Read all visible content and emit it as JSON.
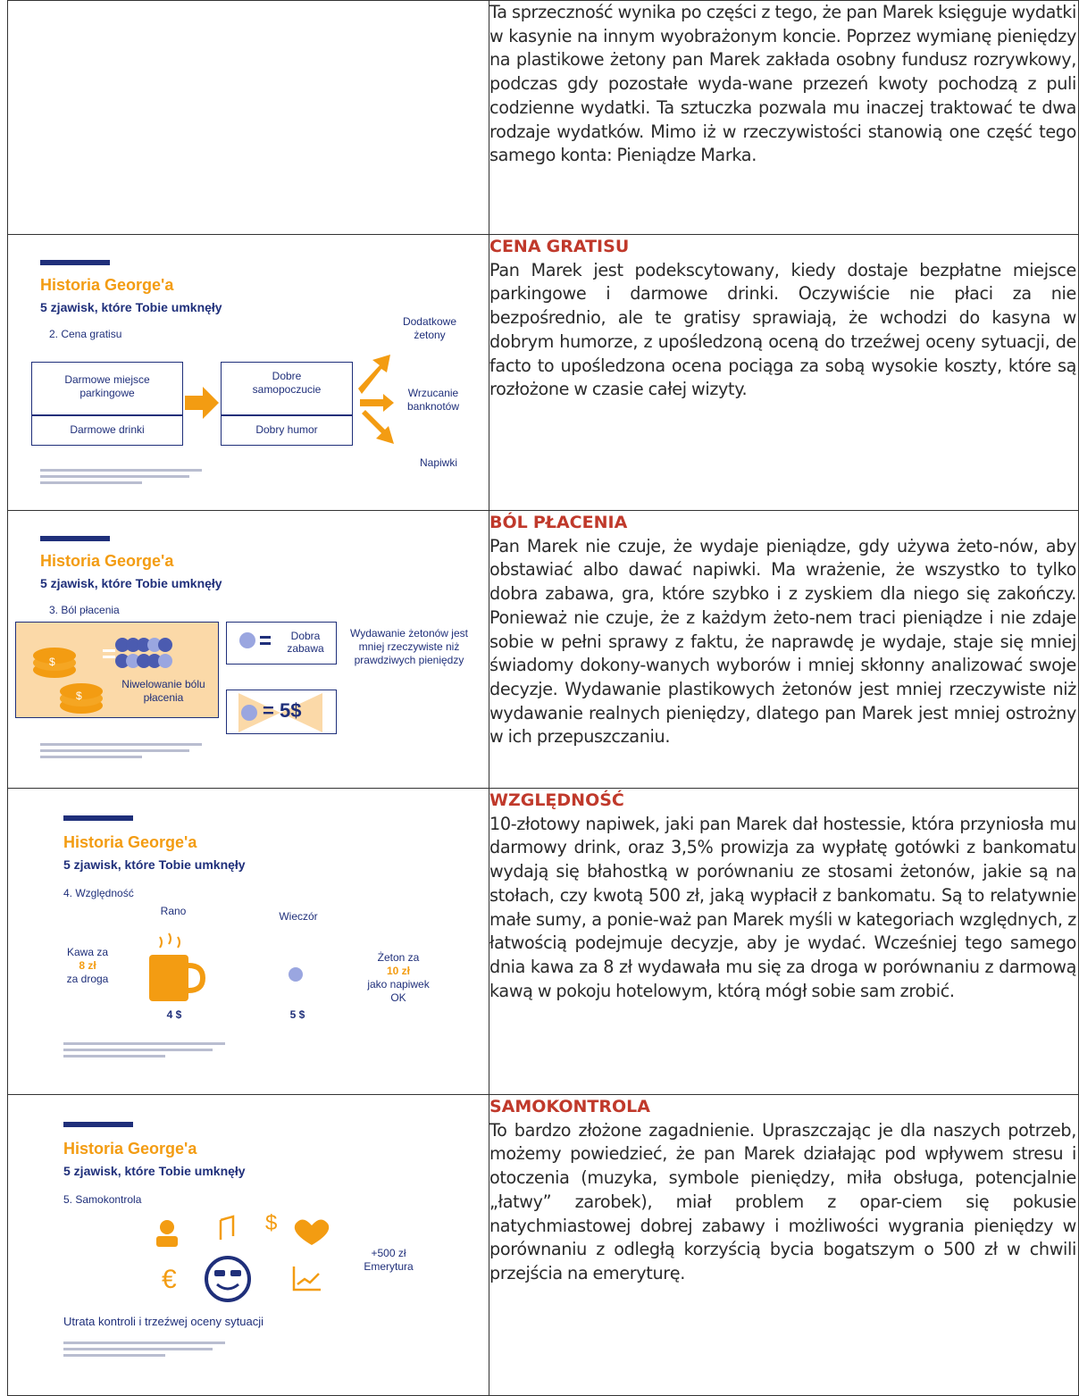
{
  "rows": [
    {
      "heading": "",
      "text": "Ta sprzeczność wynika po części z tego, że pan Marek księguje wydatki w kasynie na innym wyobrażonym koncie. Poprzez wymianę pieniędzy na plastikowe żetony pan Marek zakłada osobny fundusz rozrywkowy, podczas gdy pozostałe wyda-wane przezeń kwoty pochodzą z puli codzienne wydatki. Ta sztuczka pozwala mu inaczej traktować te dwa rodzaje wydatków. Mimo iż w rzeczywistości stanowią one część tego samego konta: Pieniądze Marka."
    },
    {
      "heading": "CENA GRATISU",
      "text": "Pan Marek jest podekscytowany, kiedy dostaje bezpłatne miejsce parkingowe i darmowe drinki. Oczywiście nie płaci za nie bezpośrednio, ale te gratisy sprawiają, że wchodzi do kasyna w dobrym humorze, z upośledzoną oceną do trzeźwej oceny sytuacji, de facto to upośledzona ocena pociąga za sobą wysokie koszty, które są rozłożone w czasie całej wizyty."
    },
    {
      "heading": "BÓL PŁACENIA",
      "text": "Pan Marek nie czuje, że wydaje pieniądze, gdy używa żeto-nów, aby obstawiać albo dawać napiwki. Ma wrażenie, że wszystko to tylko dobra zabawa, gra, które szybko i z zyskiem dla niego się zakończy. Ponieważ nie czuje, że z każdym żeto-nem traci pieniądze i nie zdaje sobie w pełni sprawy z faktu, że naprawdę je wydaje, staje się mniej świadomy dokony-wanych wyborów i mniej skłonny analizować swoje decyzje. Wydawanie plastikowych żetonów jest mniej rzeczywiste niż wydawanie realnych pieniędzy, dlatego pan Marek jest mniej ostrożny w ich przepuszczaniu."
    },
    {
      "heading": "WZGLĘDNOŚĆ",
      "text": "10-złotowy napiwek, jaki pan Marek dał hostessie, która przyniosła mu darmowy drink, oraz 3,5% prowizja za wypłatę gotówki z bankomatu wydają się błahostką w porównaniu ze stosami żetonów, jakie są na stołach, czy kwotą 500 zł, jaką wypłacił z bankomatu. Są to relatywnie małe sumy, a ponie-waż pan Marek myśli w kategoriach względnych, z łatwością podejmuje decyzje, aby je wydać. Wcześniej tego samego dnia kawa za 8 zł wydawała mu się za droga w porównaniu z darmową kawą w pokoju hotelowym, którą mógł sobie sam zrobić."
    },
    {
      "heading": "SAMOKONTROLA",
      "text": "To bardzo złożone zagadnienie. Upraszczając je dla naszych potrzeb, możemy powiedzieć, że pan Marek działając pod wpływem stresu i otoczenia (muzyka, symbole pieniędzy, miła obsługa, potencjalnie „łatwy” zarobek), miał problem z opar-ciem się pokusie natychmiastowej dobrej zabawy i możliwości wygrania pieniędzy w porównaniu z odległą korzyścią bycia bogatszym o 500 zł w chwili przejścia na emeryturę."
    }
  ],
  "slides": {
    "common": {
      "title": "Historia George'a",
      "subtitle": "5 zjawisk, które Tobie umknęły"
    },
    "s2": {
      "section": "2. Cena gratisu",
      "box1_a": "Darmowe miejsce parkingowe",
      "box1_b": "Darmowe drinki",
      "box2_a": "Dobre samopoczucie",
      "box2_b": "Dobry humor",
      "out1": "Dodatkowe żetony",
      "out2": "Wrzucanie banknotów",
      "out3": "Napiwki"
    },
    "s3": {
      "section": "3. Ból płacenia",
      "box1": "Niwelowanie bólu płacenia",
      "box2": "Dobra zabawa",
      "box3": "= 5$",
      "dollar": "$",
      "right": "Wydawanie żetonów jest mniej rzeczywiste niż prawdziwych pieniędzy"
    },
    "s4": {
      "section": "4. Względność",
      "rano": "Rano",
      "wieczor": "Wieczór",
      "kawa_a": "Kawa za",
      "kawa_b": "8 zł",
      "kawa_c": "za droga",
      "price1": "4 $",
      "price2": "5 $",
      "zeton_a": "Żeton za",
      "zeton_b": "10 zł",
      "zeton_c": "jako napiwek OK"
    },
    "s5": {
      "section": "5. Samokontrola",
      "right": "+500 zł Emerytura",
      "bottom": "Utrata kontroli i trzeźwej oceny sytuacji",
      "dollar": "$",
      "euro": "€"
    }
  },
  "colors": {
    "heading": "#c0392b",
    "navy": "#1f2f7a",
    "orange": "#f39c12"
  }
}
